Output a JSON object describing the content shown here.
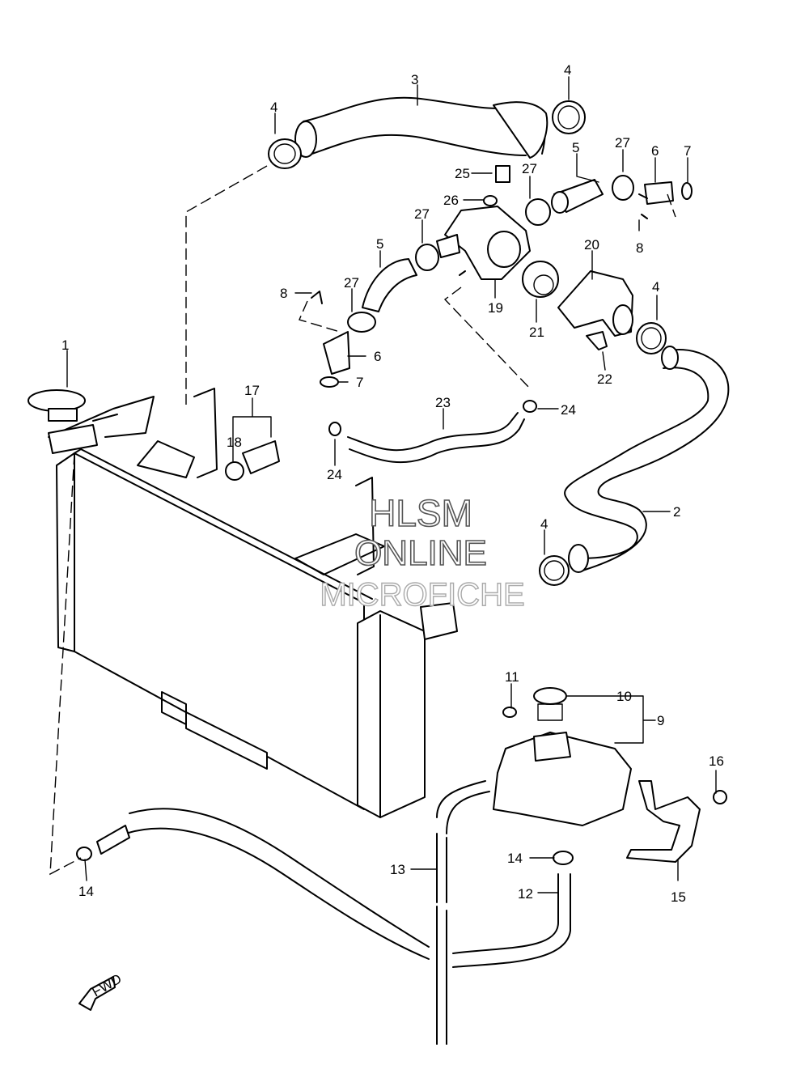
{
  "callouts": {
    "c1": "1",
    "c2": "2",
    "c3": "3",
    "c4a": "4",
    "c4b": "4",
    "c4c": "4",
    "c4d": "4",
    "c5a": "5",
    "c5b": "5",
    "c6a": "6",
    "c6b": "6",
    "c7a": "7",
    "c7b": "7",
    "c8a": "8",
    "c8b": "8",
    "c9": "9",
    "c10": "10",
    "c11": "11",
    "c12": "12",
    "c13": "13",
    "c14a": "14",
    "c14b": "14",
    "c15": "15",
    "c16": "16",
    "c17": "17",
    "c18": "18",
    "c19": "19",
    "c20": "20",
    "c21": "21",
    "c22": "22",
    "c23": "23",
    "c24a": "24",
    "c24b": "24",
    "c25": "25",
    "c26": "26",
    "c27a": "27",
    "c27b": "27",
    "c27c": "27",
    "c27d": "27"
  },
  "watermark": {
    "line1": "HLSM",
    "line2": "ONLINE",
    "line3": "MICROFICHE"
  },
  "fwd_label": "FWD"
}
